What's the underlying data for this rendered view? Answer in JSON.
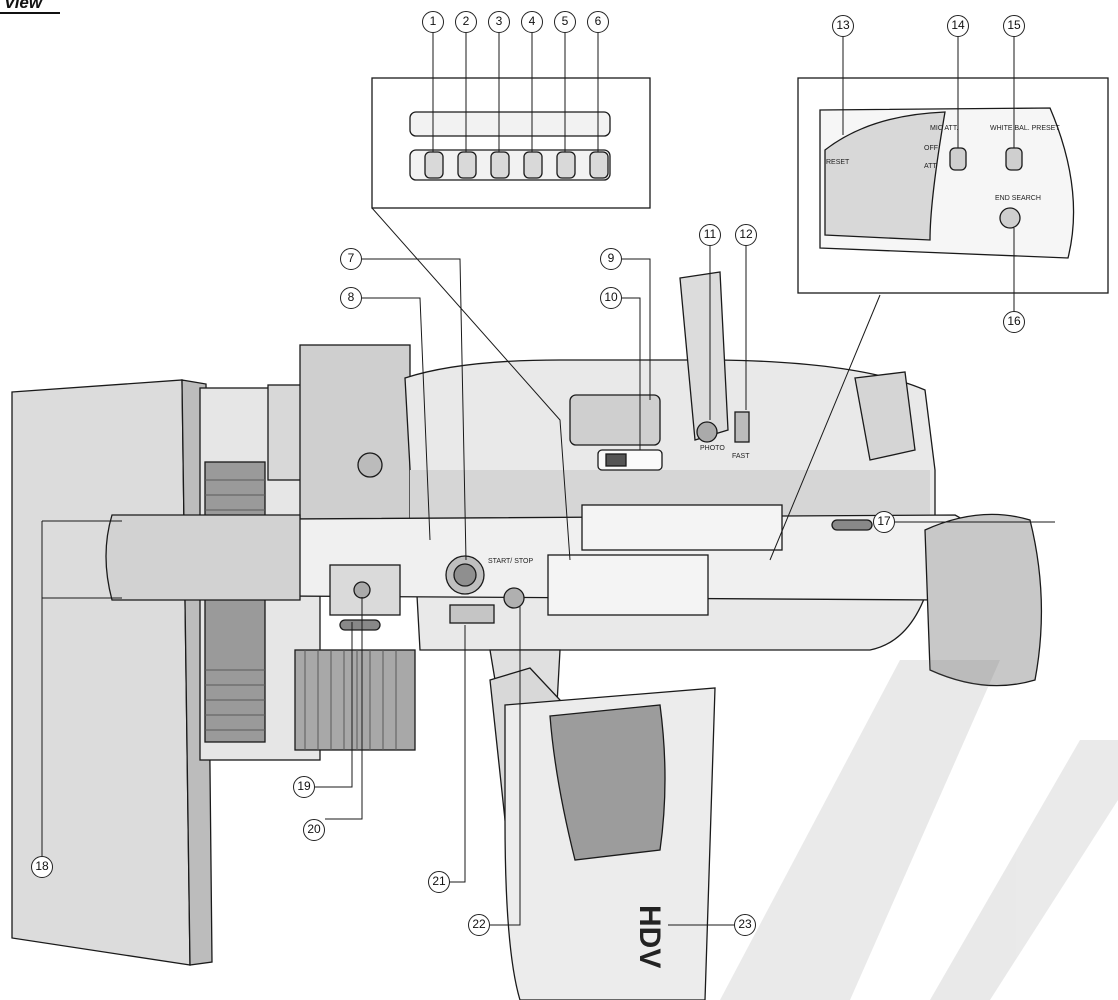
{
  "header": {
    "title": "View"
  },
  "callouts": [
    "1",
    "2",
    "3",
    "4",
    "5",
    "6",
    "7",
    "8",
    "9",
    "10",
    "11",
    "12",
    "13",
    "14",
    "15",
    "16",
    "17",
    "18",
    "19",
    "20",
    "21",
    "22",
    "23"
  ],
  "control_panel_labels": {
    "reset": "RESET",
    "mic_att": "MIC ATT.",
    "off": "OFF",
    "att": "ATT",
    "white_bal_preset": "WHITE BAL. PRESET",
    "end_search": "END SEARCH"
  },
  "body_labels": {
    "photo": "PHOTO",
    "fast": "FAST",
    "start_stop": "START/ STOP"
  },
  "lcd_label": "HDV",
  "colors": {
    "ink": "#1a1a1a",
    "body_light": "#dedede",
    "body_mid": "#bdbdbd",
    "body_dark": "#8e8e8e",
    "watermark": "#9a9a9a"
  }
}
